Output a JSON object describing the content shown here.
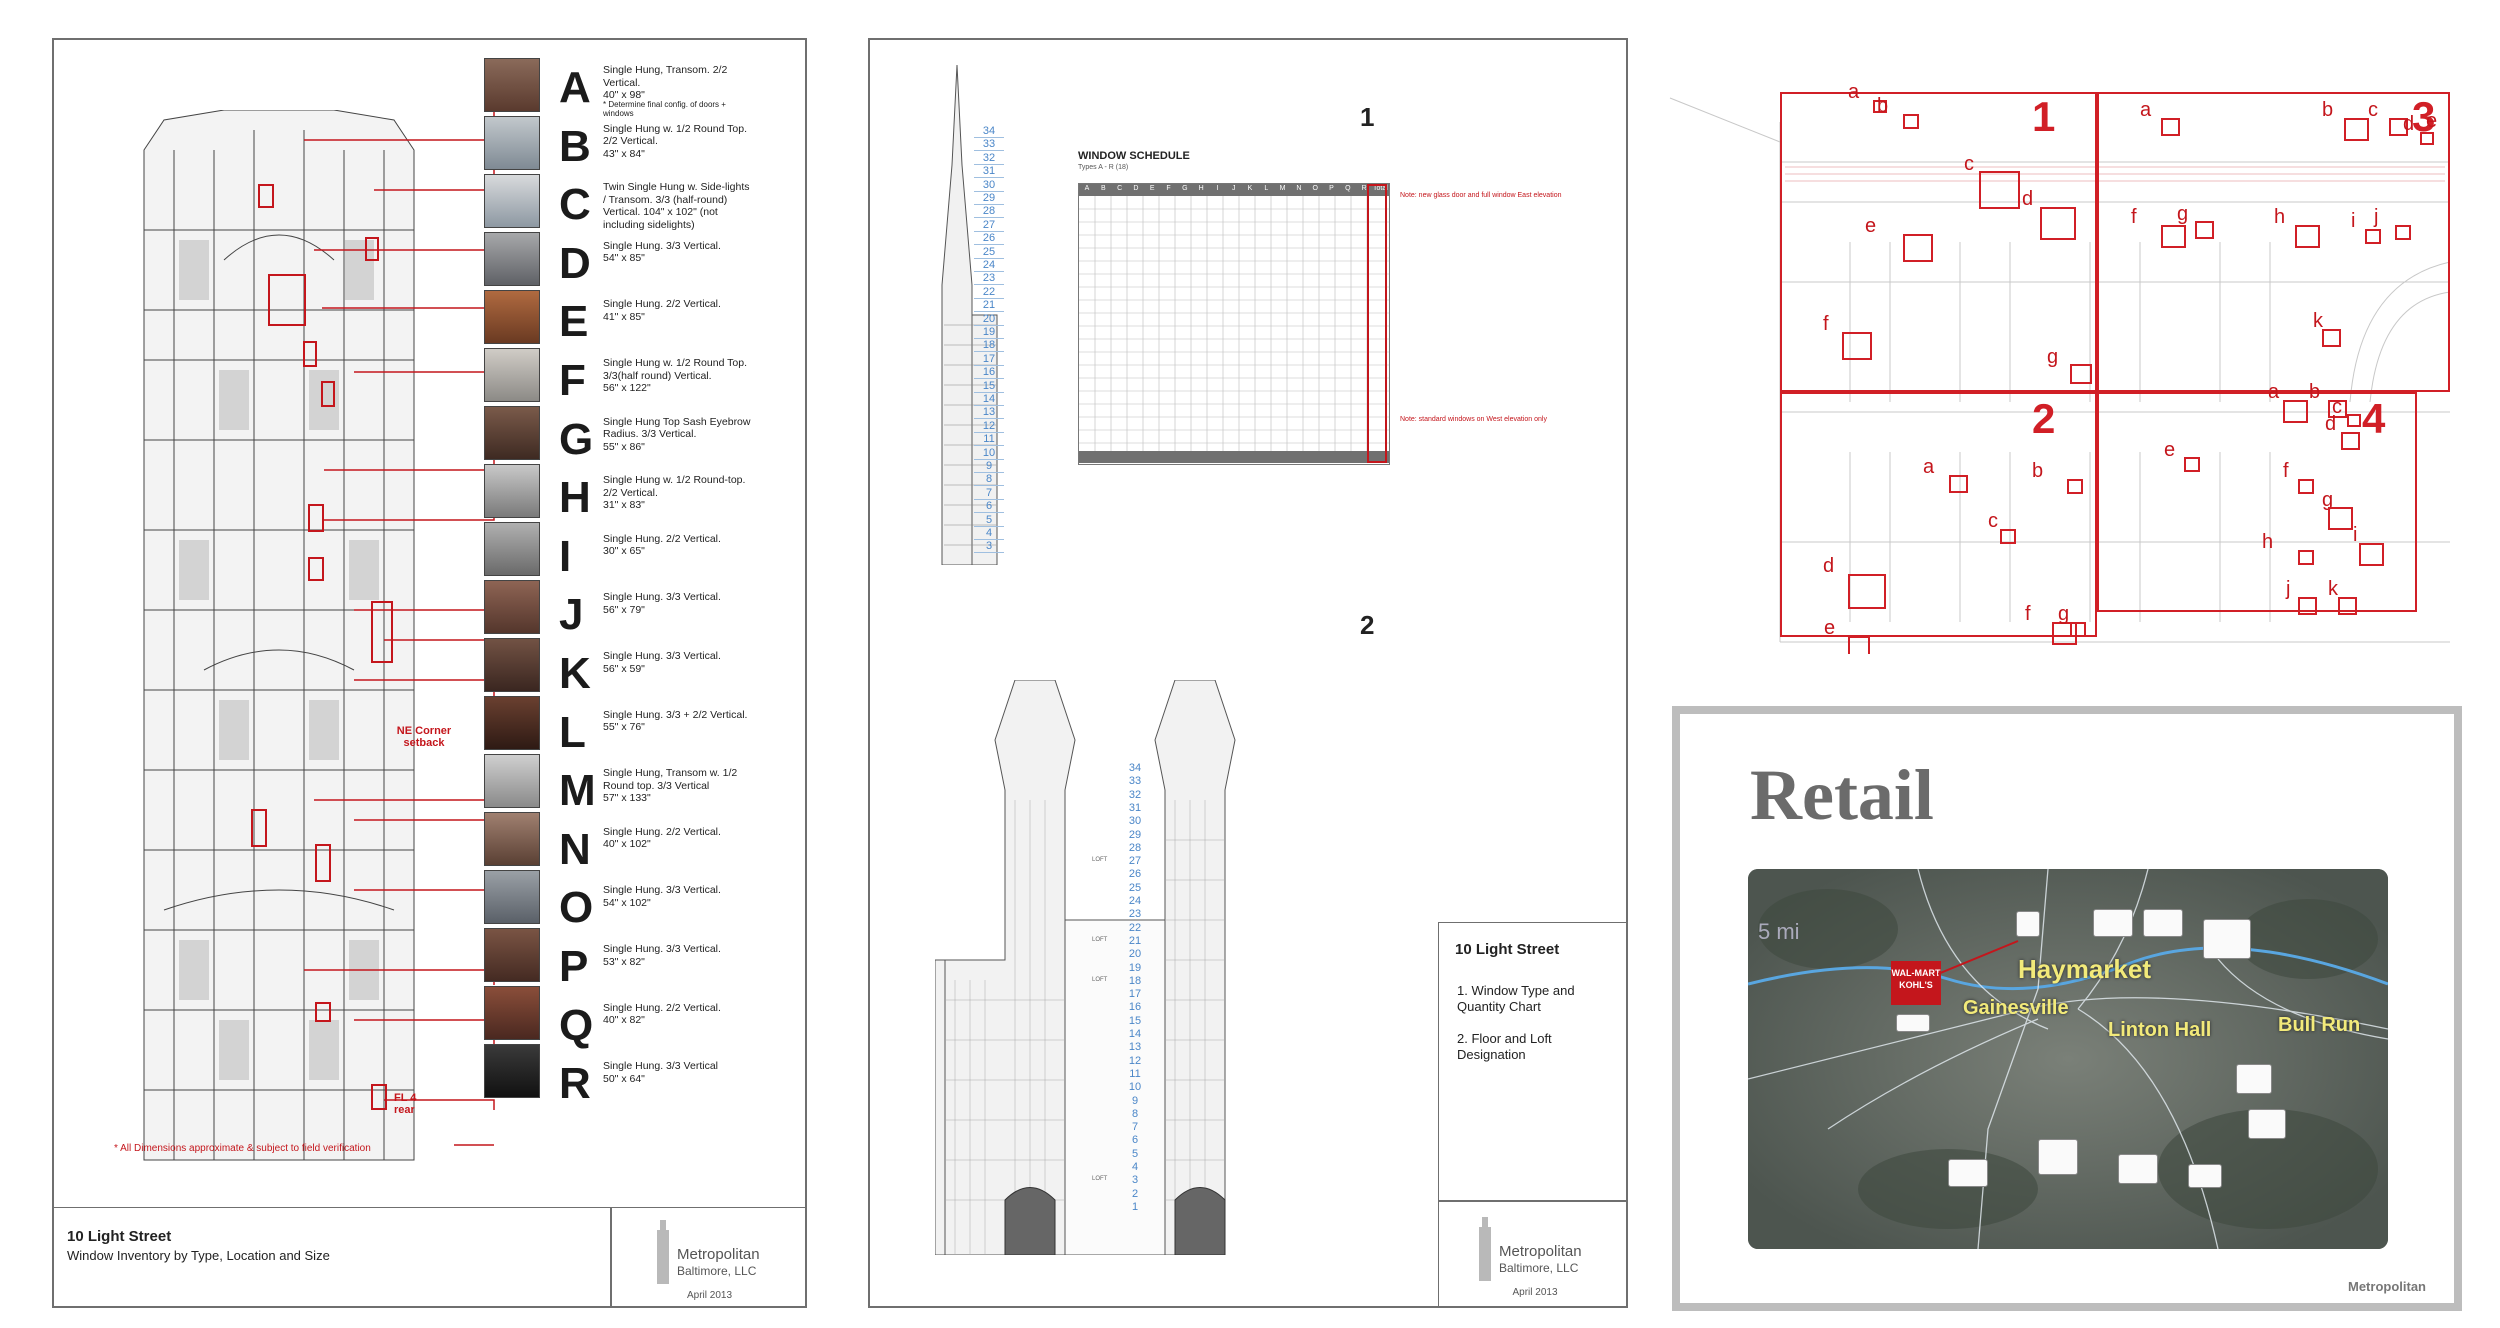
{
  "sheet1": {
    "title": "10 Light Street",
    "subtitle": "Window Inventory by Type, Location and Size",
    "note": "* All Dimensions approximate & subject to field verification",
    "ne_corner": "NE Corner setback",
    "fl4": "FL 4 rear",
    "logo_name": "Metropolitan",
    "logo_sub": "Baltimore, LLC",
    "date": "April 2013",
    "windows": [
      {
        "letter": "A",
        "desc": "Single Hung, Transom. 2/2 Vertical.\n40\" x 98\"",
        "note": "* Determine final config. of doors + windows"
      },
      {
        "letter": "B",
        "desc": "Single Hung w. 1/2 Round Top. 2/2 Vertical.\n43\" x 84\"",
        "note": ""
      },
      {
        "letter": "C",
        "desc": "Twin Single Hung w. Side-lights / Transom. 3/3 (half-round) Vertical. 104\" x 102\" (not including sidelights)",
        "note": ""
      },
      {
        "letter": "D",
        "desc": "Single Hung. 3/3 Vertical.\n54\" x 85\"",
        "note": ""
      },
      {
        "letter": "E",
        "desc": "Single Hung. 2/2 Vertical.\n41\" x 85\"",
        "note": ""
      },
      {
        "letter": "F",
        "desc": "Single Hung w. 1/2 Round Top. 3/3(half round) Vertical.\n56\" x 122\"",
        "note": ""
      },
      {
        "letter": "G",
        "desc": "Single Hung Top Sash Eyebrow Radius. 3/3 Vertical.\n55\" x 86\"",
        "note": ""
      },
      {
        "letter": "H",
        "desc": "Single Hung w. 1/2 Round-top. 2/2 Vertical.\n31\" x 83\"",
        "note": ""
      },
      {
        "letter": "I",
        "desc": "Single Hung. 2/2 Vertical.\n30\" x 65\"",
        "note": ""
      },
      {
        "letter": "J",
        "desc": "Single Hung. 3/3 Vertical.\n56\" x 79\"",
        "note": ""
      },
      {
        "letter": "K",
        "desc": "Single Hung. 3/3 Vertical.\n56\" x 59\"",
        "note": ""
      },
      {
        "letter": "L",
        "desc": "Single Hung. 3/3 + 2/2 Vertical.\n55\" x 76\"",
        "note": ""
      },
      {
        "letter": "M",
        "desc": "Single Hung, Transom w. 1/2 Round top. 3/3 Vertical\n57\" x 133\"",
        "note": ""
      },
      {
        "letter": "N",
        "desc": "Single Hung. 2/2 Vertical.\n40\" x 102\"",
        "note": ""
      },
      {
        "letter": "O",
        "desc": "Single Hung. 3/3 Vertical.\n54\" x 102\"",
        "note": ""
      },
      {
        "letter": "P",
        "desc": "Single Hung. 3/3 Vertical.\n53\" x 82\"",
        "note": ""
      },
      {
        "letter": "Q",
        "desc": "Single Hung. 2/2 Vertical.\n40\" x 82\"",
        "note": ""
      },
      {
        "letter": "R",
        "desc": "Single Hung. 3/3 Vertical\n50\" x 64\"",
        "note": ""
      }
    ]
  },
  "sheet2": {
    "label1": "1",
    "label2": "2",
    "schedule_title": "WINDOW SCHEDULE",
    "schedule_sub": "Types A - R (18)",
    "schedule_cols": [
      "A",
      "B",
      "C",
      "D",
      "E",
      "F",
      "G",
      "H",
      "I",
      "J",
      "K",
      "L",
      "M",
      "N",
      "O",
      "P",
      "Q",
      "R",
      "Total"
    ],
    "note_top": "Note: new glass door and full window East elevation",
    "note_bottom": "Note: standard windows on West elevation only",
    "levels_upper": [
      "34",
      "33",
      "32",
      "31",
      "30",
      "29",
      "28",
      "27",
      "26",
      "25",
      "24",
      "23",
      "22",
      "21",
      "20",
      "19",
      "18",
      "17",
      "16",
      "15",
      "14",
      "13",
      "12",
      "11",
      "10",
      "9",
      "8",
      "7",
      "6",
      "5",
      "4",
      "3"
    ],
    "levels_lower": [
      "34",
      "33",
      "32",
      "31",
      "30",
      "29",
      "28",
      "27",
      "26",
      "25",
      "24",
      "23",
      "22",
      "21",
      "20",
      "19",
      "18",
      "17",
      "16",
      "15",
      "14",
      "13",
      "12",
      "11",
      "10",
      "9",
      "8",
      "7",
      "6",
      "5",
      "4",
      "3",
      "2",
      "1"
    ],
    "loft": "LOFT",
    "title": "10 Light Street",
    "items": [
      "1. Window Type and Quantity Chart",
      "2. Floor and Loft Designation"
    ],
    "logo_name": "Metropolitan",
    "logo_sub": "Baltimore, LLC",
    "date": "April 2013"
  },
  "sheet3": {
    "zones": [
      "1",
      "2",
      "3",
      "4"
    ],
    "zone1_labels": [
      "a",
      "b",
      "c",
      "d",
      "e",
      "f",
      "g"
    ],
    "zone2_labels": [
      "a",
      "b",
      "c",
      "d",
      "e",
      "f",
      "g"
    ],
    "zone3_labels": [
      "a",
      "b",
      "c",
      "d",
      "e",
      "f",
      "g",
      "h",
      "i",
      "j",
      "k"
    ],
    "zone4_labels": [
      "a",
      "b",
      "c",
      "d",
      "e",
      "f",
      "g",
      "h",
      "i",
      "j",
      "k"
    ]
  },
  "retail": {
    "title": "Retail",
    "distance": "5 mi",
    "places": [
      "Haymarket",
      "Gainesville",
      "Linton Hall",
      "Bull Run"
    ],
    "callout": "WAL-MART KOHL'S",
    "brand": "Metropolitan"
  },
  "colors": {
    "accent_red": "#c4161c",
    "level_blue": "#4a86c8",
    "frame_gray": "#bdbdbd",
    "retail_title": "#6b6b6b"
  }
}
